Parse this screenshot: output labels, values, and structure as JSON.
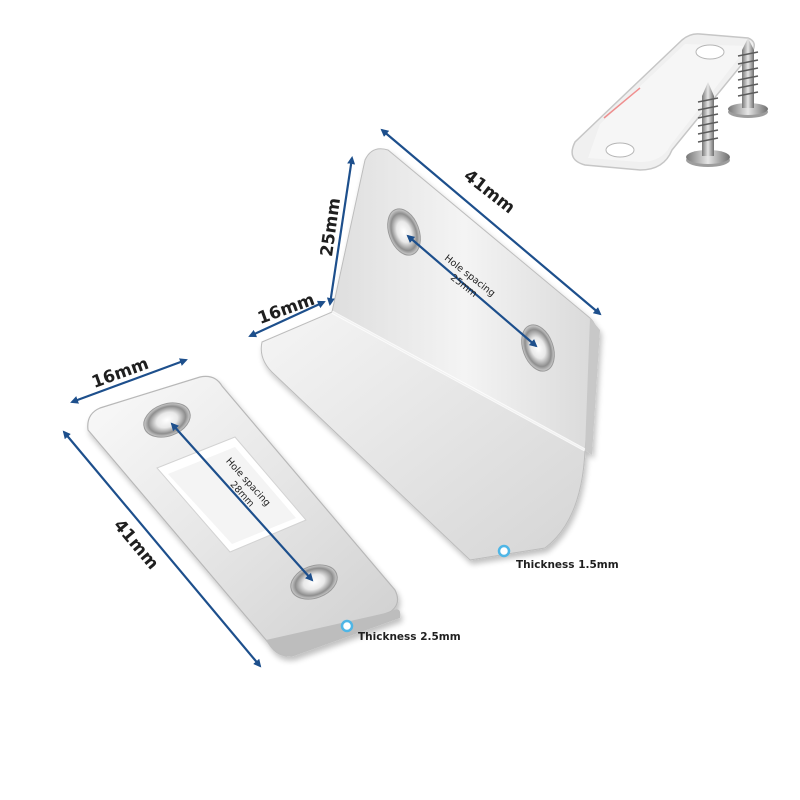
{
  "colors": {
    "dimension_arrow": "#1d4f8c",
    "callout_dot": "#4fb6e6",
    "metal_light": "#f2f2f2",
    "metal_mid": "#d6d6d6",
    "metal_dark": "#a9a9a9"
  },
  "flat_plate": {
    "width_label": "16mm",
    "length_label": "41mm",
    "hole_spacing_line1": "Hole spacing",
    "hole_spacing_line2": "28mm",
    "thickness_label": "Thickness 2.5mm"
  },
  "angle_bracket": {
    "height_label": "25mm",
    "base_label": "16mm",
    "length_label": "41mm",
    "hole_spacing_line1": "Hole spacing",
    "hole_spacing_line2": "25mm",
    "thickness_label": "Thickness 1.5mm"
  },
  "inset": {
    "icon": "screws-and-adhesive-pad-image"
  }
}
